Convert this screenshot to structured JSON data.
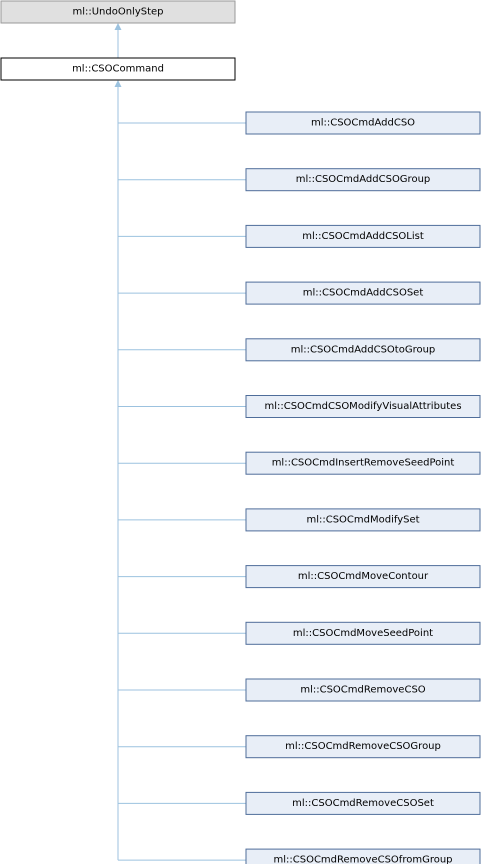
{
  "diagram": {
    "colors": {
      "base_fill": "#e0e0e0",
      "base_stroke": "#999999",
      "current_fill": "#ffffff",
      "current_stroke": "#000000",
      "child_fill": "#e8eef7",
      "child_stroke": "#4f6d9a",
      "edge": "#9cc2df"
    },
    "base_class": "ml::UndoOnlyStep",
    "current_class": "ml::CSOCommand",
    "derived_classes": [
      "ml::CSOCmdAddCSO",
      "ml::CSOCmdAddCSOGroup",
      "ml::CSOCmdAddCSOList",
      "ml::CSOCmdAddCSOSet",
      "ml::CSOCmdAddCSOtoGroup",
      "ml::CSOCmdCSOModifyVisualAttributes",
      "ml::CSOCmdInsertRemoveSeedPoint",
      "ml::CSOCmdModifySet",
      "ml::CSOCmdMoveContour",
      "ml::CSOCmdMoveSeedPoint",
      "ml::CSOCmdRemoveCSO",
      "ml::CSOCmdRemoveCSOGroup",
      "ml::CSOCmdRemoveCSOSet",
      "ml::CSOCmdRemoveCSOfromGroup"
    ]
  }
}
